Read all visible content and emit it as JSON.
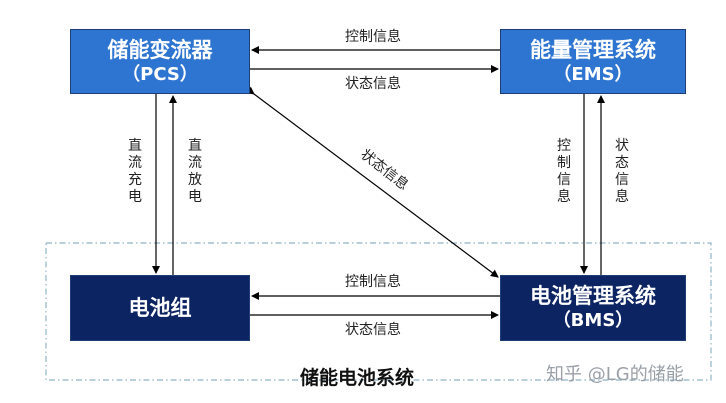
{
  "nodes": {
    "pcs": {
      "title": "储能变流器",
      "sub": "（PCS）"
    },
    "ems": {
      "title": "能量管理系统",
      "sub": "（EMS）"
    },
    "battery": {
      "title": "电池组"
    },
    "bms": {
      "title": "电池管理系统",
      "sub": "（BMS）"
    }
  },
  "edges": {
    "ems_to_pcs": "控制信息",
    "pcs_to_ems": "状态信息",
    "pcs_to_battery": "直流充电",
    "battery_to_pcs": "直流放电",
    "pcs_bms": "状态信息",
    "ems_to_bms": "控制信息",
    "bms_to_ems": "状态信息",
    "bms_to_battery": "控制信息",
    "battery_to_bms": "状态信息"
  },
  "region": {
    "title": "储能电池系统"
  },
  "watermark": "知乎 @LG的储能"
}
